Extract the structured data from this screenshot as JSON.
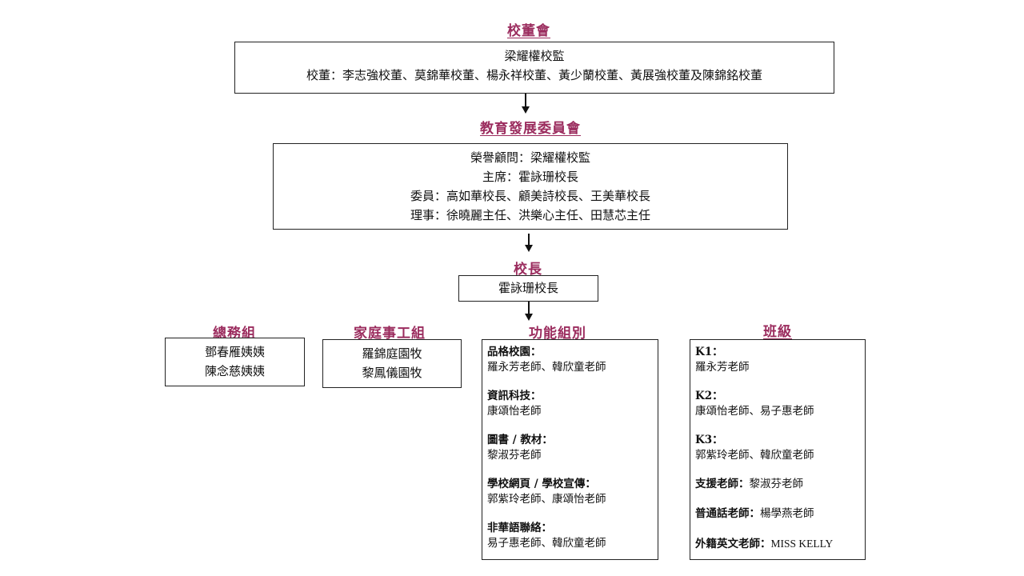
{
  "board": {
    "heading": "校董會",
    "line1": "梁耀權校監",
    "line2": "校董：李志強校董、莫錦華校董、楊永祥校董、黃少蘭校董、黃展強校董及陳錦銘校董"
  },
  "committee": {
    "heading": "教育發展委員會",
    "lines": [
      "榮譽顧問：梁耀權校監",
      "主席：霍詠珊校長",
      "委員：高如華校長、顧美詩校長、王美華校長",
      "理事：徐曉麗主任、洪樂心主任、田慧芯主任"
    ]
  },
  "principal": {
    "heading": "校長",
    "name": "霍詠珊校長"
  },
  "general_affairs": {
    "heading": "總務組",
    "lines": [
      "鄧春雁姨姨",
      "陳念慈姨姨"
    ]
  },
  "family_social": {
    "heading": "家庭事工組",
    "lines": [
      "羅錦庭園牧",
      "黎鳳儀園牧"
    ]
  },
  "functional": {
    "heading": "功能組別",
    "groups": [
      {
        "title": "品格校園：",
        "members": "羅永芳老師、韓欣童老師"
      },
      {
        "title": "資訊科技：",
        "members": "康頌怡老師"
      },
      {
        "title": "圖書 / 教材：",
        "members": "黎淑芬老師"
      },
      {
        "title": "學校網頁 / 學校宣傳：",
        "members": "郭紫玲老師、康頌怡老師"
      },
      {
        "title": "非華語聯絡：",
        "members": "易子惠老師、韓欣童老師"
      }
    ]
  },
  "classes": {
    "heading": "班級",
    "groups": [
      {
        "title": "K1：",
        "members": "羅永芳老師"
      },
      {
        "title": "K2：",
        "members": "康頌怡老師、易子惠老師"
      },
      {
        "title": "K3：",
        "members": "郭紫玲老師、韓欣童老師"
      }
    ],
    "extras": [
      {
        "title": "支援老師：",
        "members": "黎淑芬老師"
      },
      {
        "title": "普通話老師：",
        "members": "楊學燕老師"
      },
      {
        "title": "外籍英文老師：",
        "members": "MISS KELLY"
      }
    ]
  }
}
